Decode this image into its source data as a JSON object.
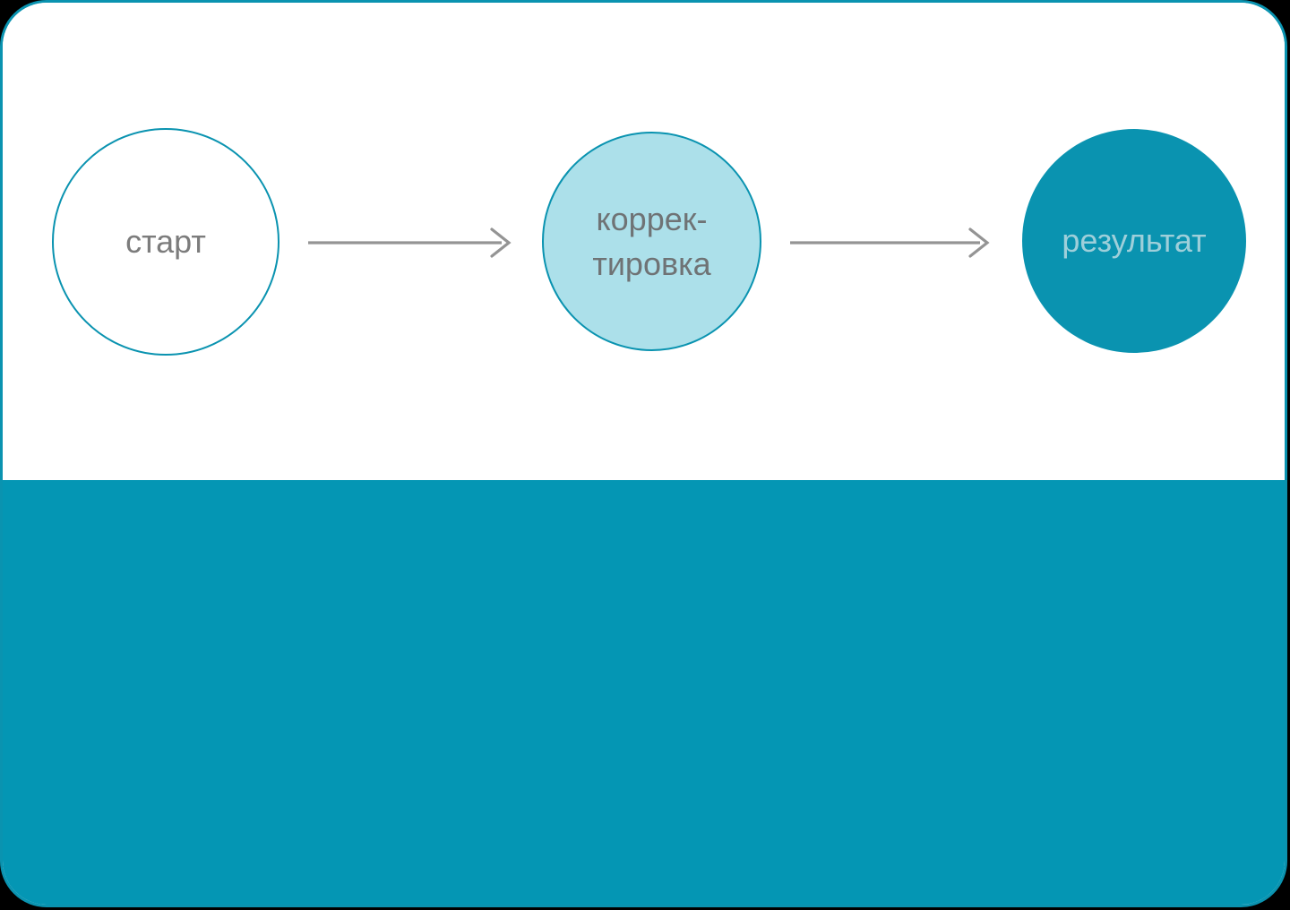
{
  "diagram": {
    "type": "flow",
    "title": "",
    "orientation": "horizontal",
    "colors": {
      "card_border": "#0a93b0",
      "panel_background": "#ffffff",
      "footer_background": "#0496b4",
      "node_outline": "#0a93b0",
      "node_light_fill": "#ace0ea",
      "node_solid_fill": "#0a93b0",
      "label_gray": "#7c7c7c",
      "label_on_solid": "#9ecfda",
      "arrow": "#949494"
    },
    "nodes": [
      {
        "id": "start",
        "label": "старт",
        "shape": "circle",
        "style": "outline"
      },
      {
        "id": "correction",
        "label": "коррек-\nтировка",
        "shape": "circle",
        "style": "light-fill"
      },
      {
        "id": "result",
        "label": "результат",
        "shape": "circle",
        "style": "solid-fill"
      }
    ],
    "connectors": [
      {
        "id": "arrow-1",
        "from": "start",
        "to": "correction",
        "style": "arrow-right"
      },
      {
        "id": "arrow-2",
        "from": "correction",
        "to": "result",
        "style": "arrow-right"
      }
    ]
  }
}
